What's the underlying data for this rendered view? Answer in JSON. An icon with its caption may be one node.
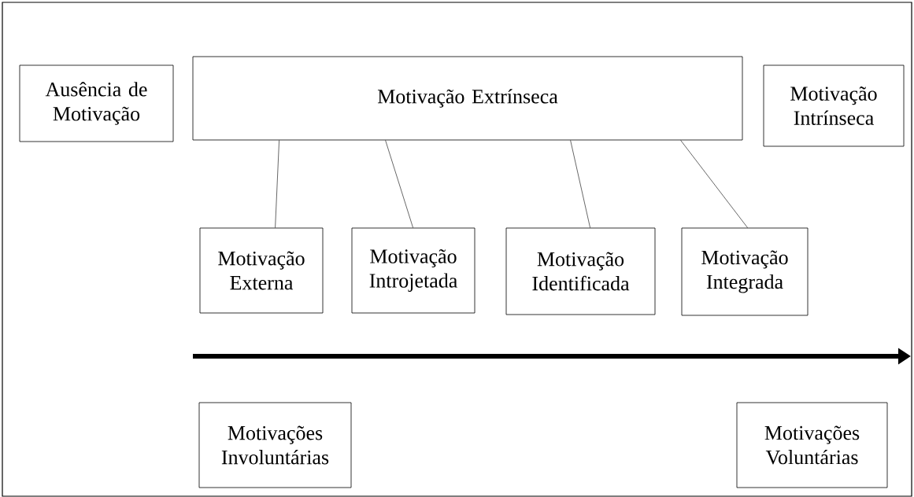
{
  "diagram": {
    "nodes": [
      {
        "text": [
          "Ausência de Motivação"
        ]
      },
      {
        "text": [
          "Motivação Extrínseca"
        ]
      },
      {
        "text": [
          "Motivação Intrínseca"
        ]
      },
      {
        "text": [
          "Motivação Externa"
        ]
      },
      {
        "text": [
          "Motivação Introjetada"
        ]
      },
      {
        "text": [
          "Motivação Identificada"
        ]
      },
      {
        "text": [
          "Motivação Integrada"
        ]
      },
      {
        "text": [
          "Motivações Involuntárias"
        ]
      },
      {
        "text": [
          "Motivações Voluntárias"
        ]
      }
    ],
    "edges": [
      {
        "from": 1,
        "to": 3,
        "arrow": "none"
      },
      {
        "from": 1,
        "to": 4,
        "arrow": "none"
      },
      {
        "from": 1,
        "to": 5,
        "arrow": "none"
      },
      {
        "from": 1,
        "to": 6,
        "arrow": "none"
      }
    ]
  }
}
